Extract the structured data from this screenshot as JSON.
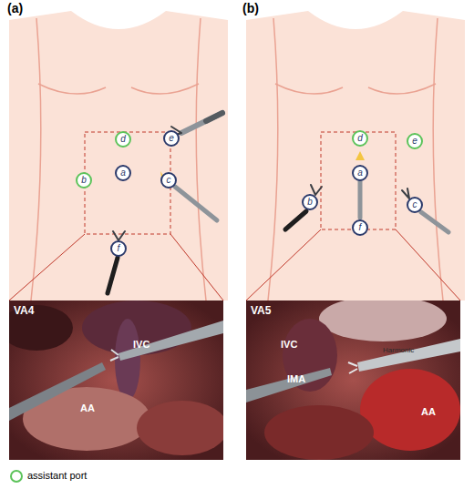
{
  "diagram": {
    "nodes": [
      {
        "text": [
          "d"
        ]
      },
      {
        "text": [
          "e"
        ]
      },
      {
        "text": [
          "b"
        ]
      },
      {
        "text": [
          "a"
        ]
      },
      {
        "text": [
          "c"
        ]
      },
      {
        "text": [
          "f"
        ]
      },
      {
        "text": [
          "d"
        ]
      },
      {
        "text": [
          "e"
        ]
      },
      {
        "text": [
          "a"
        ]
      },
      {
        "text": [
          "b"
        ]
      },
      {
        "text": [
          "c"
        ]
      },
      {
        "text": [
          "f"
        ]
      }
    ],
    "labels": [
      "(a)",
      "(b)",
      "VA4",
      "IVC",
      "AA",
      "VA5",
      "IVC",
      "IMA",
      "AA",
      "Harmonic"
    ],
    "legend": [
      {
        "text": "assistant port"
      }
    ]
  }
}
